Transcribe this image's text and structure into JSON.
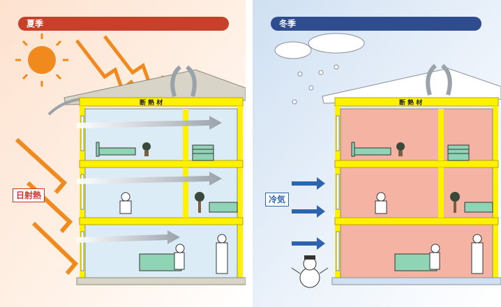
{
  "summer": {
    "season_label": "夏季",
    "insulation_label": "断 熱 材",
    "heat_label": "日射熱",
    "colors": {
      "pill": "#c7402a",
      "sun": "#f08a1c",
      "arrow": "#f08a1c",
      "room": "#dcecf7"
    }
  },
  "winter": {
    "season_label": "冬季",
    "insulation_label": "断 熱 材",
    "cold_label": "冷気",
    "colors": {
      "pill": "#2f4d8e",
      "arrow": "#2d64b0",
      "room": "#f5b3a4"
    }
  },
  "icons": [
    "sun-icon",
    "cloud-icon",
    "snowman-icon",
    "bed-icon",
    "sofa-icon",
    "person-icon",
    "plant-icon",
    "cabinet-icon"
  ]
}
